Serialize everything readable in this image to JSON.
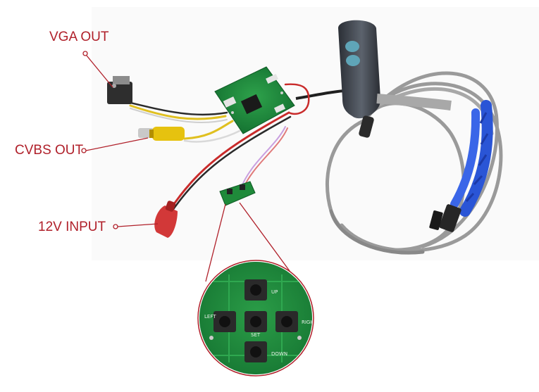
{
  "callouts": {
    "vga": "VGA OUT",
    "cvbs": "CVBS OUT",
    "power": "12V INPUT"
  },
  "board_buttons": {
    "up": "UP",
    "left": "LEFT",
    "set": "SET",
    "right": "RIGHT",
    "down": "DOWN"
  },
  "colors": {
    "callout_red": "#b0202a",
    "pcb_green": "#1f8a3a",
    "cable_gray": "#8f8f8f",
    "wrap_blue": "#2a55d6",
    "rca_yellow": "#e6c20f",
    "dc_red": "#d23838"
  }
}
